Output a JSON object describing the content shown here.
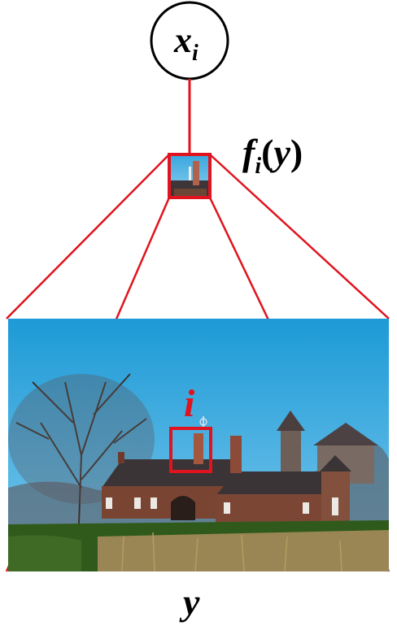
{
  "node": {
    "var": "x",
    "sub": "i"
  },
  "factor": {
    "func": "f",
    "sub": "i",
    "open": "(",
    "arg": "y",
    "close": ")"
  },
  "pixel_label": "i",
  "image_label": "y",
  "colors": {
    "connector": "#e0141e",
    "node_stroke": "#000000",
    "sky_top": "#1f9fd8",
    "sky_bottom": "#68c1ec",
    "grass": "#2f5a1c",
    "brick": "#6a3a2a",
    "roof": "#3b3436"
  },
  "photo_description_icon": "farmhouse-photo"
}
